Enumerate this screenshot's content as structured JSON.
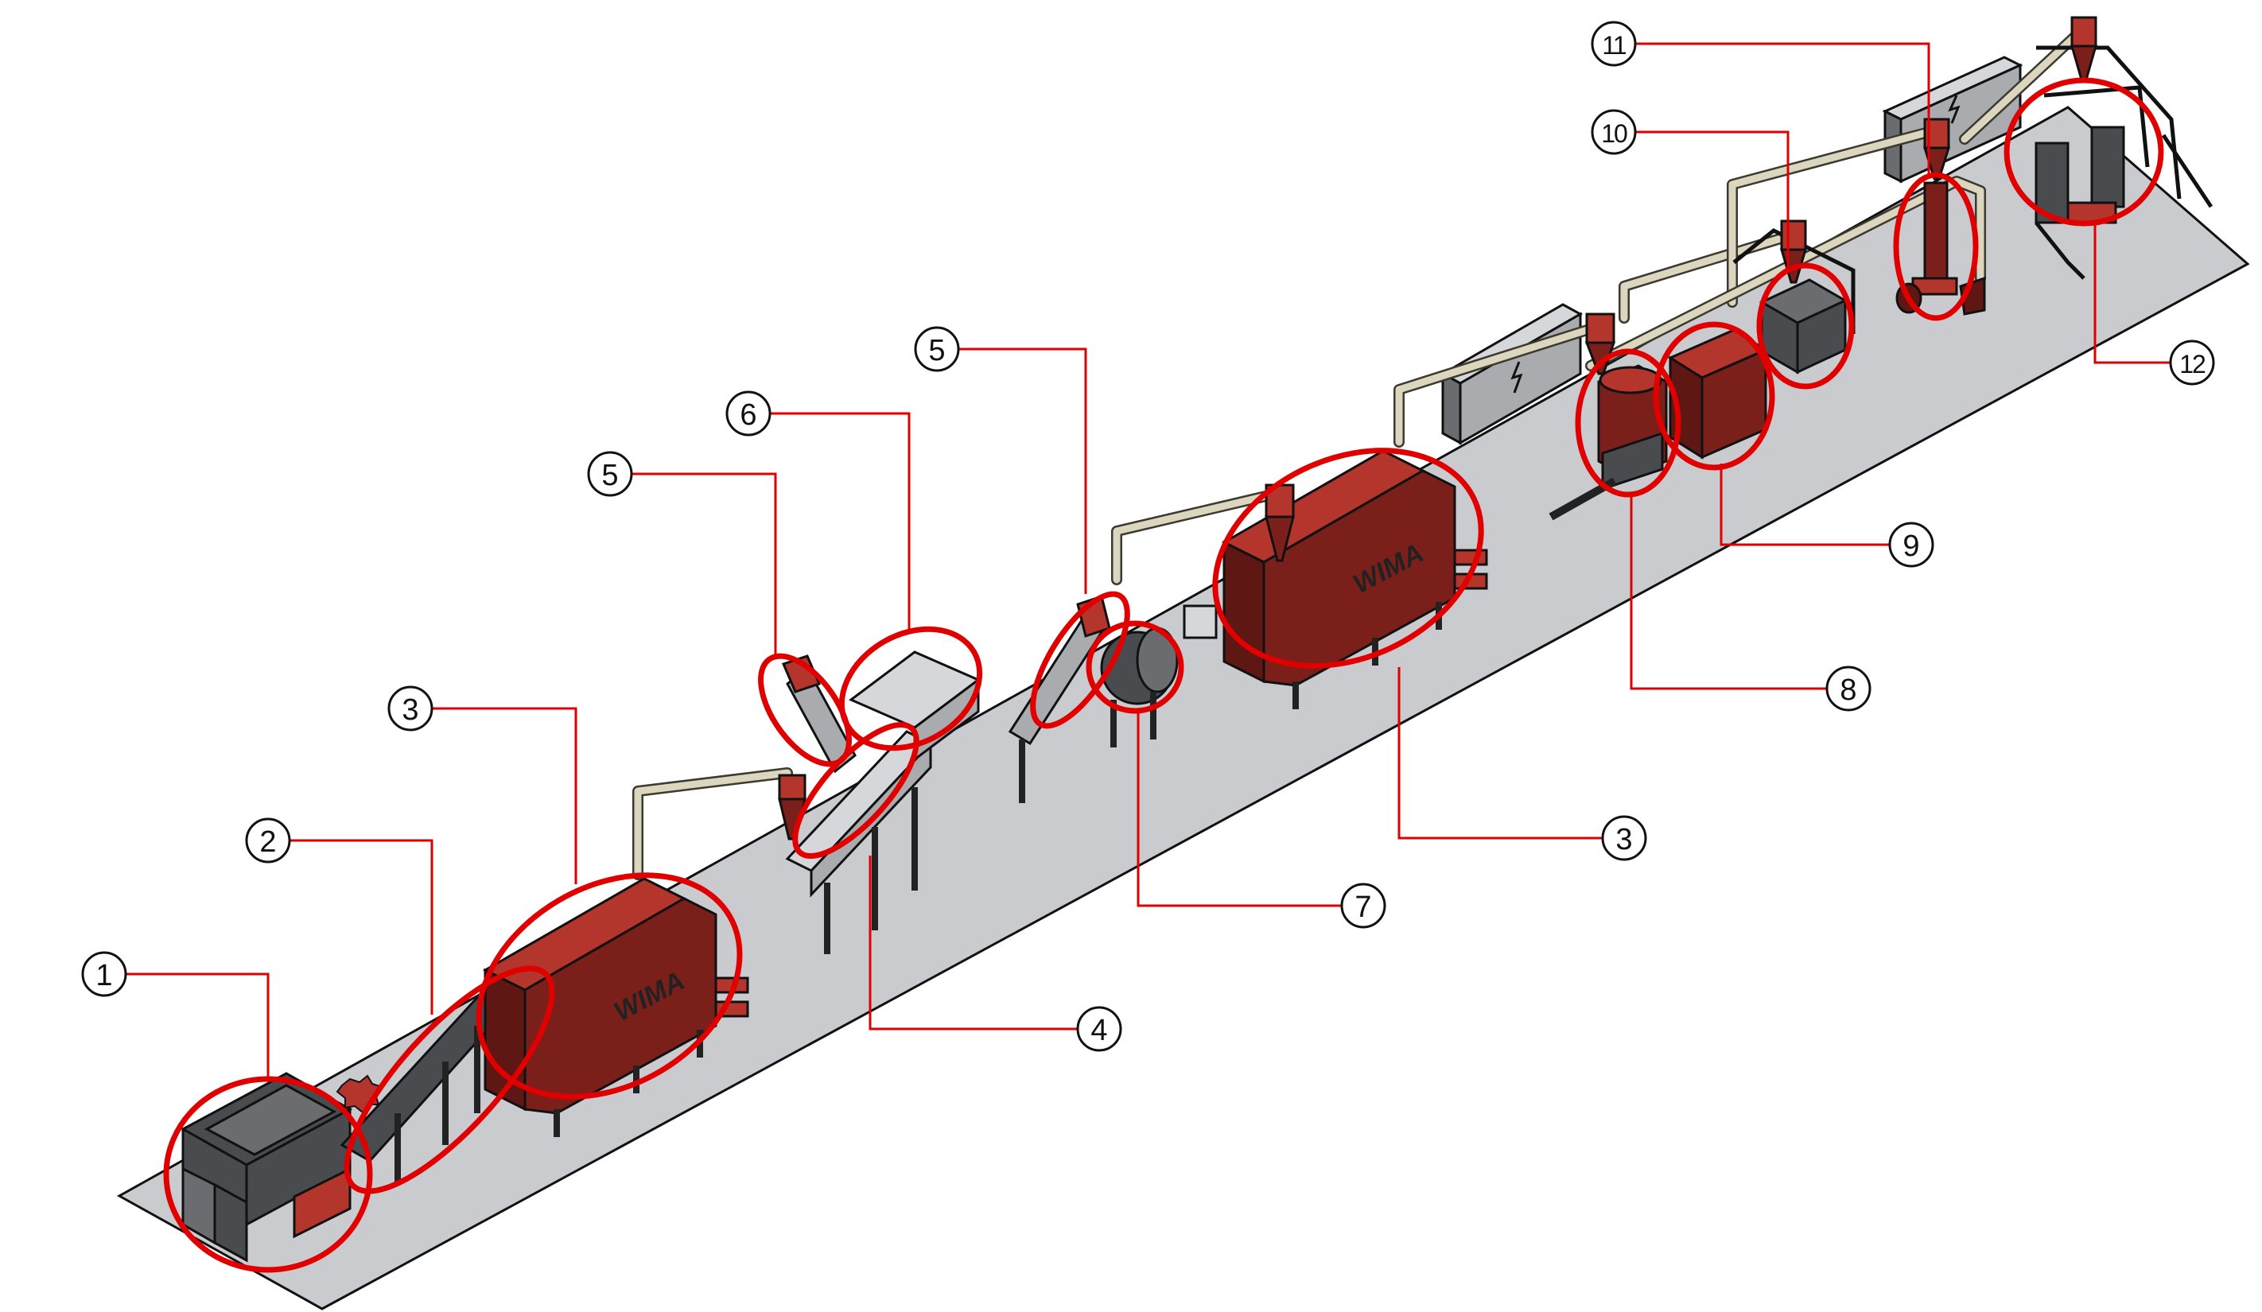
{
  "diagram": {
    "type": "isometric process line layout",
    "logo_text": "WIMA",
    "colors": {
      "highlight": "#e00000",
      "machine": "#7a1f1a",
      "floor": "#c9cbcf",
      "pipe": "#ddd6bf"
    },
    "callouts": [
      {
        "id": "c1",
        "label": "1"
      },
      {
        "id": "c2",
        "label": "2"
      },
      {
        "id": "c3a",
        "label": "3"
      },
      {
        "id": "c5a",
        "label": "5"
      },
      {
        "id": "c6",
        "label": "6"
      },
      {
        "id": "c5b",
        "label": "5"
      },
      {
        "id": "c4",
        "label": "4"
      },
      {
        "id": "c7",
        "label": "7"
      },
      {
        "id": "c3b",
        "label": "3"
      },
      {
        "id": "c8",
        "label": "8"
      },
      {
        "id": "c9",
        "label": "9"
      },
      {
        "id": "c10",
        "label": "10"
      },
      {
        "id": "c11",
        "label": "11"
      },
      {
        "id": "c12",
        "label": "12"
      }
    ]
  }
}
